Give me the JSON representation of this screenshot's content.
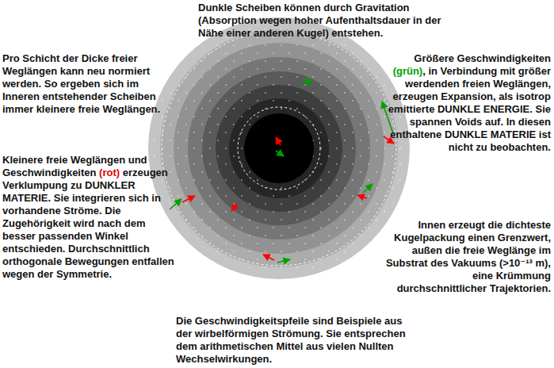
{
  "diagram": {
    "labels": [
      "Dunkle Scheiben können durch Gravitation (Absorption wegen hoher Aufenthaltsdauer in der Nähe einer anderen Kugel) entstehen.",
      "Pro Schicht der Dicke freier Weglängen kann neu normiert werden. So ergeben sich im Inneren entstehender Scheiben immer kleinere freie Weglängen.",
      "Kleinere freie Weglängen und Geschwindigkeiten (rot) erzeugen Verklumpung zu DUNKLER MATERIE. Sie integrieren sich in vorhandene Ströme. Die Zugehörigkeit wird nach dem besser passenden Winkel entschieden. Durchschnittlich orthogonale Bewegungen entfallen wegen der Symmetrie.",
      "Größere Geschwindigkeiten (grün), in Verbindung mit größer werdenden freien Weglängen, erzeugen Expansion, als isotrop emittierte DUNKLE ENERGIE. Sie spannen Voids auf. In diesen enthaltene DUNKLE MATERIE ist nicht zu beobachten.",
      "Innen erzeugt die dichteste Kugelpackung einen Grenzwert, außen die freie Weglänge im Substrat des Vakuums (>10⁻¹³ m), eine Krümmung durchschnittlicher Trajektorien.",
      "Die Geschwindigkeitspfeile sind Beispiele aus der wirbelförmigen Strömung. Sie entsprechen dem arithmetischen Mittel aus vielen Nullten Wechselwirkungen."
    ]
  }
}
